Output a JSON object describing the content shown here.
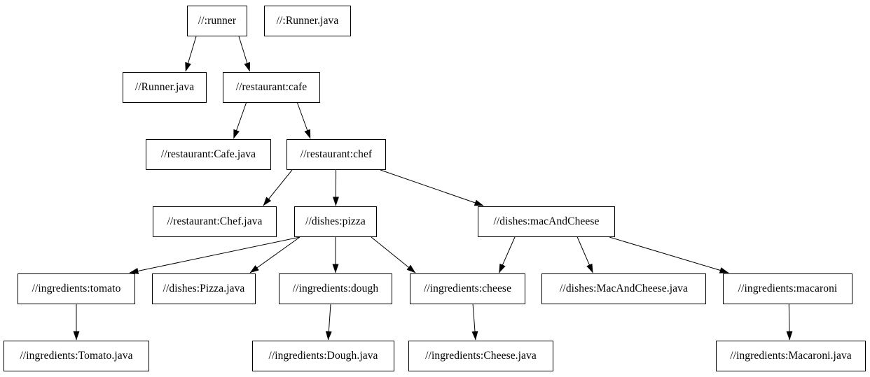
{
  "diagram": {
    "type": "dependency-graph",
    "colors": {
      "background": "#ffffff",
      "node_fill": "#ffffff",
      "node_border": "#000000",
      "edge": "#000000",
      "text": "#000000"
    },
    "nodes": [
      {
        "id": "runner",
        "label": "//:runner"
      },
      {
        "id": "runner_java_top",
        "label": "//:Runner.java"
      },
      {
        "id": "runner_java",
        "label": "//Runner.java"
      },
      {
        "id": "cafe",
        "label": "//restaurant:cafe"
      },
      {
        "id": "cafe_java",
        "label": "//restaurant:Cafe.java"
      },
      {
        "id": "chef",
        "label": "//restaurant:chef"
      },
      {
        "id": "chef_java",
        "label": "//restaurant:Chef.java"
      },
      {
        "id": "pizza",
        "label": "//dishes:pizza"
      },
      {
        "id": "mac",
        "label": "//dishes:macAndCheese"
      },
      {
        "id": "tomato",
        "label": "//ingredients:tomato"
      },
      {
        "id": "pizza_java",
        "label": "//dishes:Pizza.java"
      },
      {
        "id": "dough",
        "label": "//ingredients:dough"
      },
      {
        "id": "cheese",
        "label": "//ingredients:cheese"
      },
      {
        "id": "mac_java",
        "label": "//dishes:MacAndCheese.java"
      },
      {
        "id": "macaroni",
        "label": "//ingredients:macaroni"
      },
      {
        "id": "tomato_java",
        "label": "//ingredients:Tomato.java"
      },
      {
        "id": "dough_java",
        "label": "//ingredients:Dough.java"
      },
      {
        "id": "cheese_java",
        "label": "//ingredients:Cheese.java"
      },
      {
        "id": "macaroni_java",
        "label": "//ingredients:Macaroni.java"
      }
    ],
    "edges": [
      {
        "from": "runner",
        "to": "runner_java"
      },
      {
        "from": "runner",
        "to": "cafe"
      },
      {
        "from": "cafe",
        "to": "cafe_java"
      },
      {
        "from": "cafe",
        "to": "chef"
      },
      {
        "from": "chef",
        "to": "chef_java"
      },
      {
        "from": "chef",
        "to": "pizza"
      },
      {
        "from": "chef",
        "to": "mac"
      },
      {
        "from": "pizza",
        "to": "tomato"
      },
      {
        "from": "pizza",
        "to": "pizza_java"
      },
      {
        "from": "pizza",
        "to": "dough"
      },
      {
        "from": "pizza",
        "to": "cheese"
      },
      {
        "from": "mac",
        "to": "cheese"
      },
      {
        "from": "mac",
        "to": "mac_java"
      },
      {
        "from": "mac",
        "to": "macaroni"
      },
      {
        "from": "tomato",
        "to": "tomato_java"
      },
      {
        "from": "dough",
        "to": "dough_java"
      },
      {
        "from": "cheese",
        "to": "cheese_java"
      },
      {
        "from": "macaroni",
        "to": "macaroni_java"
      }
    ]
  }
}
